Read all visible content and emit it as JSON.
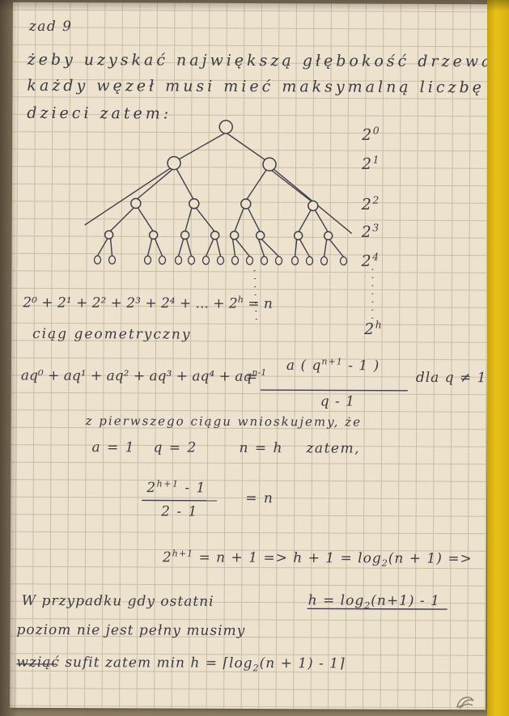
{
  "header": {
    "label": "zad 9"
  },
  "intro": {
    "line1": "żeby uzyskać największą głębokość drzewa",
    "line2": "każdy węzeł musi mieć maksymalną liczbę",
    "line3": "dzieci zatem:"
  },
  "tree_powers": {
    "p0_base": "2",
    "p0_exp": "0",
    "p1_base": "2",
    "p1_exp": "1",
    "p2_base": "2",
    "p2_exp": "2",
    "p3_base": "2",
    "p3_exp": "3",
    "p4_base": "2",
    "p4_exp": "4",
    "ph_base": "2",
    "ph_exp": "h"
  },
  "sum": {
    "left": "2⁰ + 2¹ + 2² + 2³ + 2⁴ + ... + 2",
    "exp": "h",
    "right": " = n"
  },
  "series_label": "ciąg geometryczny",
  "geom_formula": {
    "lhs": "aq⁰ + aq¹ + aq² + aq³ + aq⁴ + aq",
    "lhs_exp": "n-1",
    "equals": "=",
    "numerator": "a ( q",
    "numerator_exp": "n+1",
    "numerator_tail": " - 1 )",
    "denominator": "q - 1",
    "condition": "dla q ≠ 1"
  },
  "derivation": {
    "line1": "z pierwszego ciągu wnioskujemy, że",
    "line2_a": "a = 1",
    "line2_q": "q = 2",
    "line2_n": "n = h",
    "line2_z": "zatem,"
  },
  "fraction": {
    "numerator": "2",
    "numerator_exp": "h+1",
    "numerator_tail": " - 1",
    "denominator": "2 - 1",
    "rhs": "= n"
  },
  "log_line": {
    "base": "2",
    "exp": "h+1",
    "rest": " = n + 1  =>  h + 1 = log",
    "log_sub": "2",
    "log_arg": "(n + 1) =>"
  },
  "conclusion": {
    "line1": "W przypadku gdy ostatni",
    "boxed": "h = log",
    "boxed_sub": "2",
    "boxed_tail": "(n+1) - 1",
    "line2": "poziom nie jest pełny musimy",
    "line3_strike": "wziąć",
    "line3": "wziąć sufit   zatem   min h = ⌈log",
    "line3_sub": "2",
    "line3_tail": "(n + 1) - 1⌉"
  }
}
